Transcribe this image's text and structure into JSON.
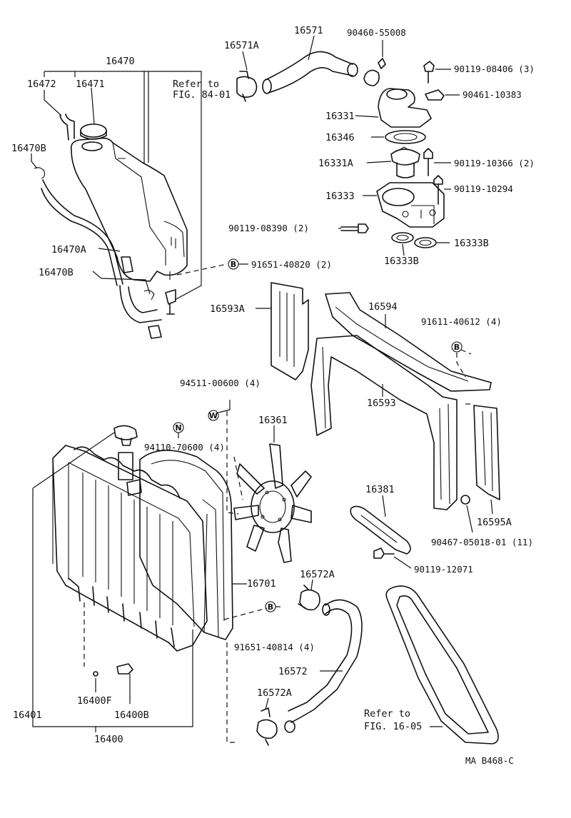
{
  "drawing_code": "MA B468-C",
  "labels": {
    "p16470": "16470",
    "p16472": "16472",
    "p16471": "16471",
    "ref_fig84_l1": "Refer to",
    "ref_fig84_l2": "FIG. 84-01",
    "p16470B_top": "16470B",
    "p16470A": "16470A",
    "p16470B_bot": "16470B",
    "p16571": "16571",
    "p16571A": "16571A",
    "p90460": "90460-55008",
    "p90119_08406": "90119-08406 (3)",
    "p90461": "90461-10383",
    "p16331": "16331",
    "p16346": "16346",
    "p16331A": "16331A",
    "p90119_10366": "90119-10366 (2)",
    "p90119_10294": "90119-10294",
    "p16333": "16333",
    "p90119_08390": "90119-08390 (2)",
    "p16333B_right": "16333B",
    "p16333B_bot": "16333B",
    "p91651_40820": "91651-40820 (2)",
    "p16593A": "16593A",
    "p16594": "16594",
    "p91611": "91611-40612 (4)",
    "p16593": "16593",
    "p94511": "94511-00600 (4)",
    "p94110": "94110-70600 (4)",
    "p16361": "16361",
    "p16381": "16381",
    "p16595A": "16595A",
    "p90467": "90467-05018-01 (11)",
    "p90119_12071": "90119-12071",
    "p16701": "16701",
    "p16572A_top": "16572A",
    "p91651_40814": "91651-40814 (4)",
    "p16572": "16572",
    "p16572A_bot": "16572A",
    "p16400F": "16400F",
    "p16400B": "16400B",
    "p16401": "16401",
    "p16400": "16400",
    "ref_fig16_l1": "Refer to",
    "ref_fig16_l2": "FIG. 16-05"
  },
  "callouts": {
    "b": "B",
    "n": "N",
    "w": "W"
  }
}
